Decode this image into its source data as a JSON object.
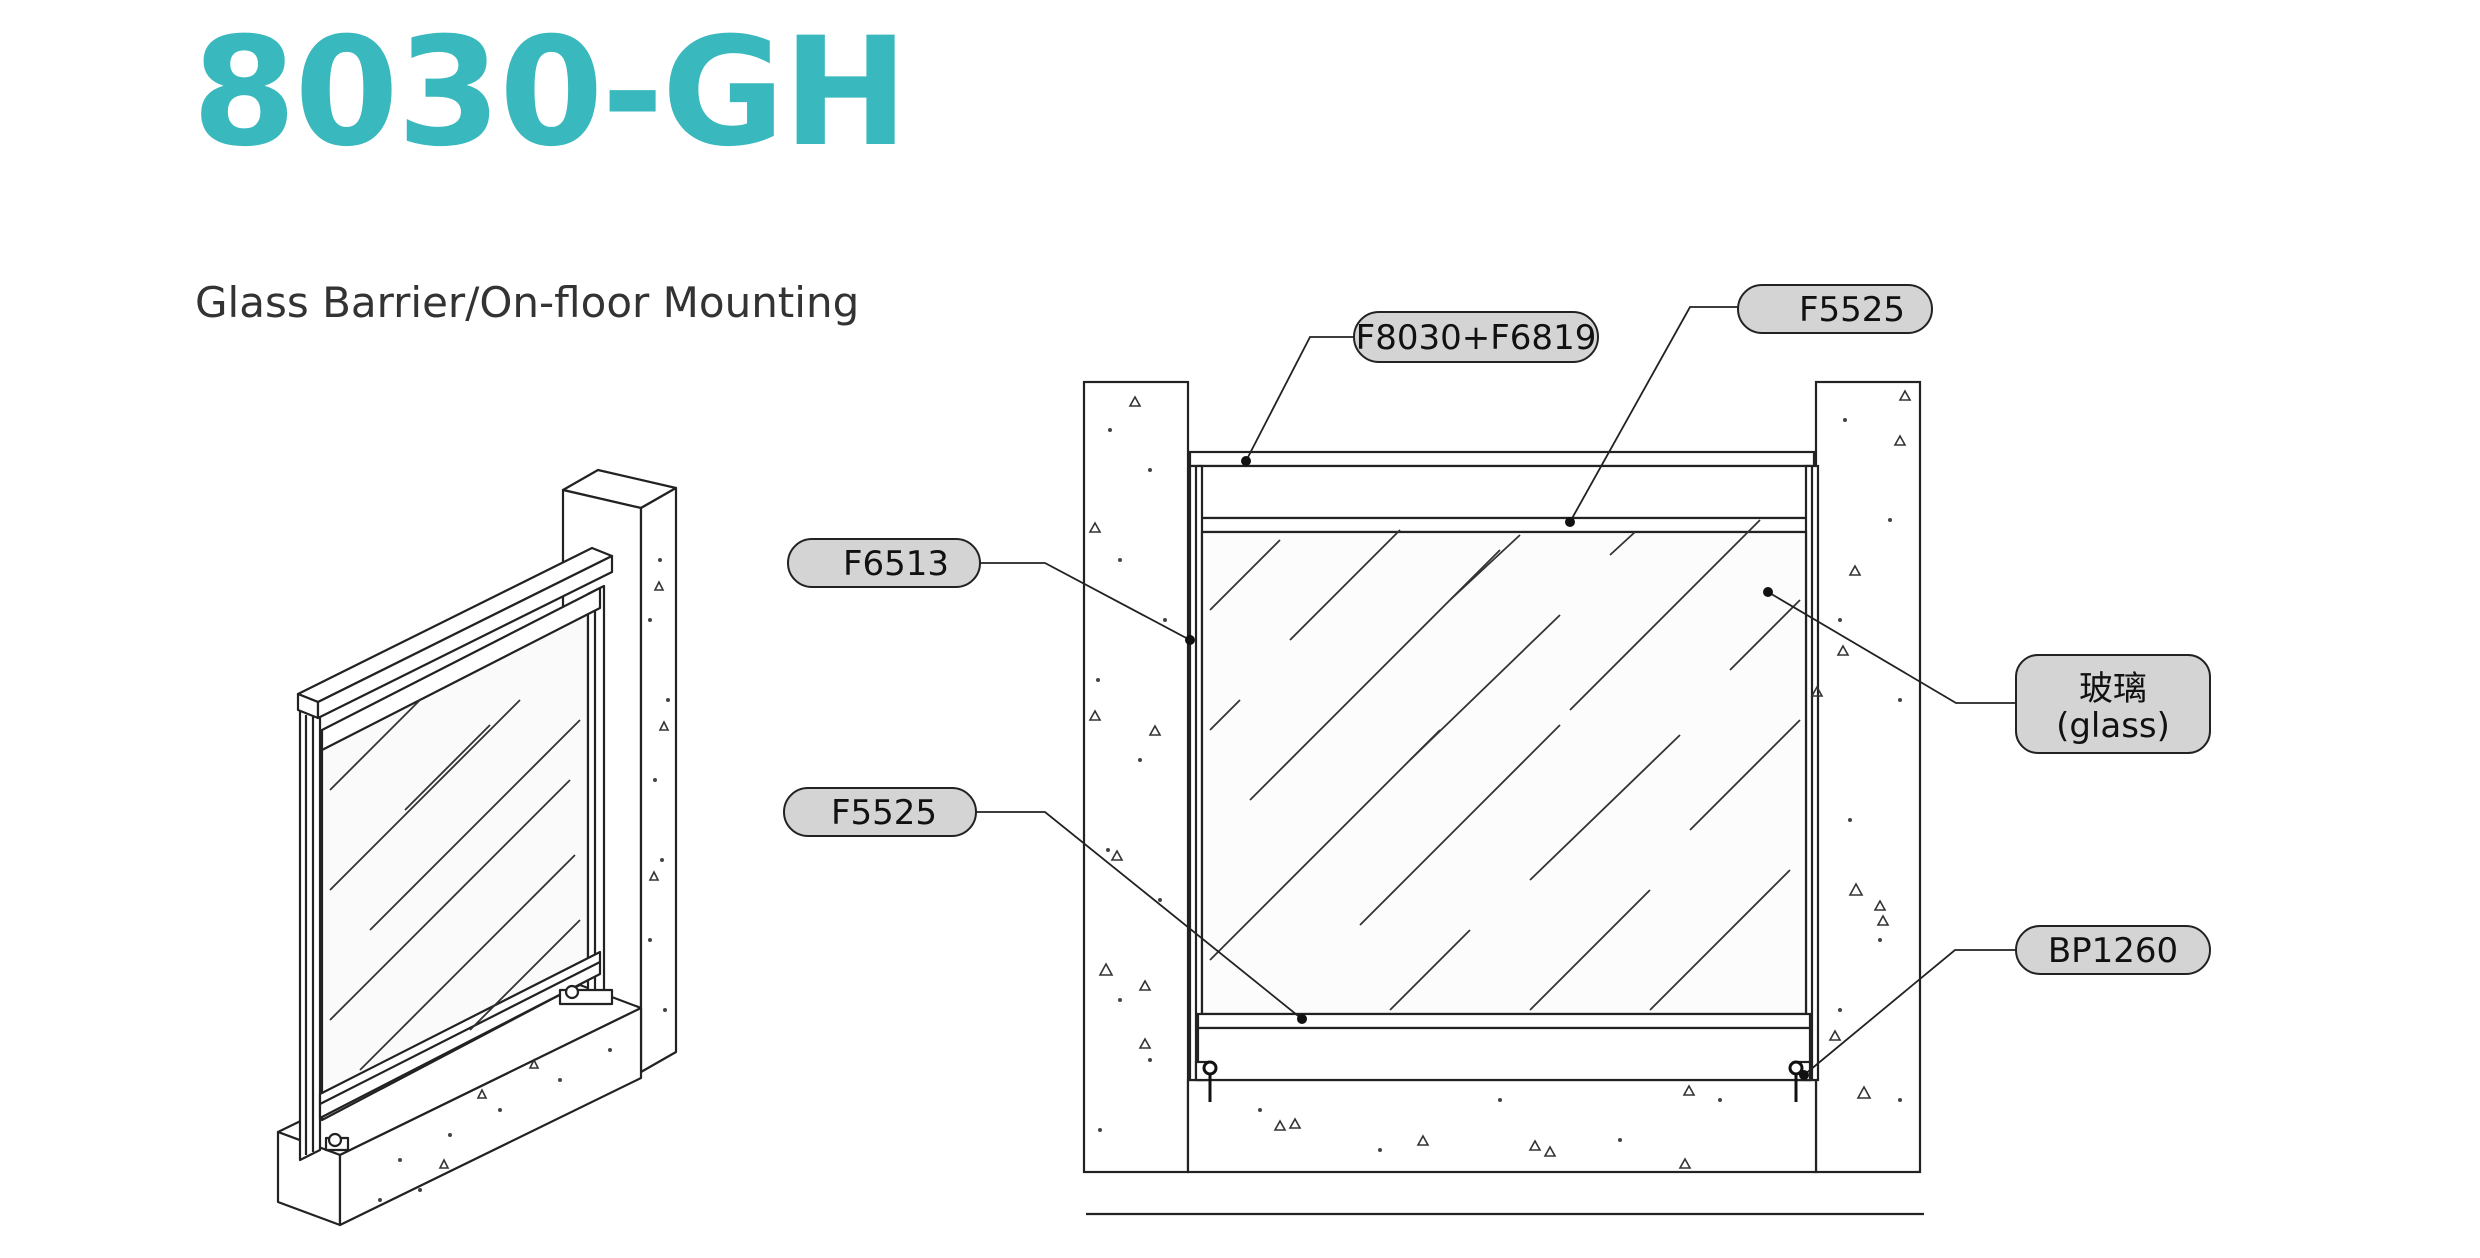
{
  "header": {
    "model": "8030-GH",
    "subtitle": "Glass Barrier/On-floor Mounting"
  },
  "colors": {
    "accent": "#39b8bd",
    "line": "#222222",
    "callout_fill": "#d4d4d4"
  },
  "callouts": {
    "top_rail": "F8030+F6819",
    "top_channel": "F5525",
    "left_post": "F6513",
    "bottom_channel": "F5525",
    "glass_cn": "玻璃",
    "glass_en": "(glass)",
    "base_plate": "BP1260"
  }
}
